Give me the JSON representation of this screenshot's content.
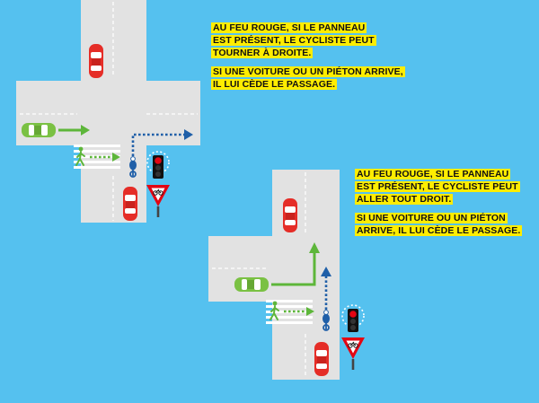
{
  "captions": {
    "right_turn": {
      "rule_lines": [
        "AU FEU ROUGE, SI LE PANNEAU",
        "EST PRÉSENT, LE CYCLISTE PEUT",
        "TOURNER À DROITE."
      ],
      "yield_lines": [
        "SI UNE VOITURE OU UN PIÉTON ARRIVE,",
        "IL LUI CÈDE LE PASSAGE."
      ]
    },
    "straight_ahead": {
      "rule_lines": [
        "AU FEU ROUGE, SI LE PANNEAU",
        "EST PRÉSENT, LE CYCLISTE PEUT",
        "ALLER TOUT DROIT."
      ],
      "yield_lines": [
        "SI UNE VOITURE OU UN PIÉTON",
        "ARRIVE, IL LUI CÈDE LE PASSAGE."
      ]
    }
  },
  "colors": {
    "background": "#55c1ef",
    "road": "#e2e2e2",
    "highlight": "#ffed00",
    "car_red": "#e52d27",
    "car_green": "#7ac143",
    "pedestrian_green": "#5db63a",
    "bike_blue": "#1f5fa8",
    "signal_red": "#e30613"
  },
  "icons": [
    "red-car-icon",
    "green-car-icon",
    "pedestrian-icon",
    "cyclist-icon",
    "traffic-light-icon",
    "yield-bike-sign-icon"
  ]
}
